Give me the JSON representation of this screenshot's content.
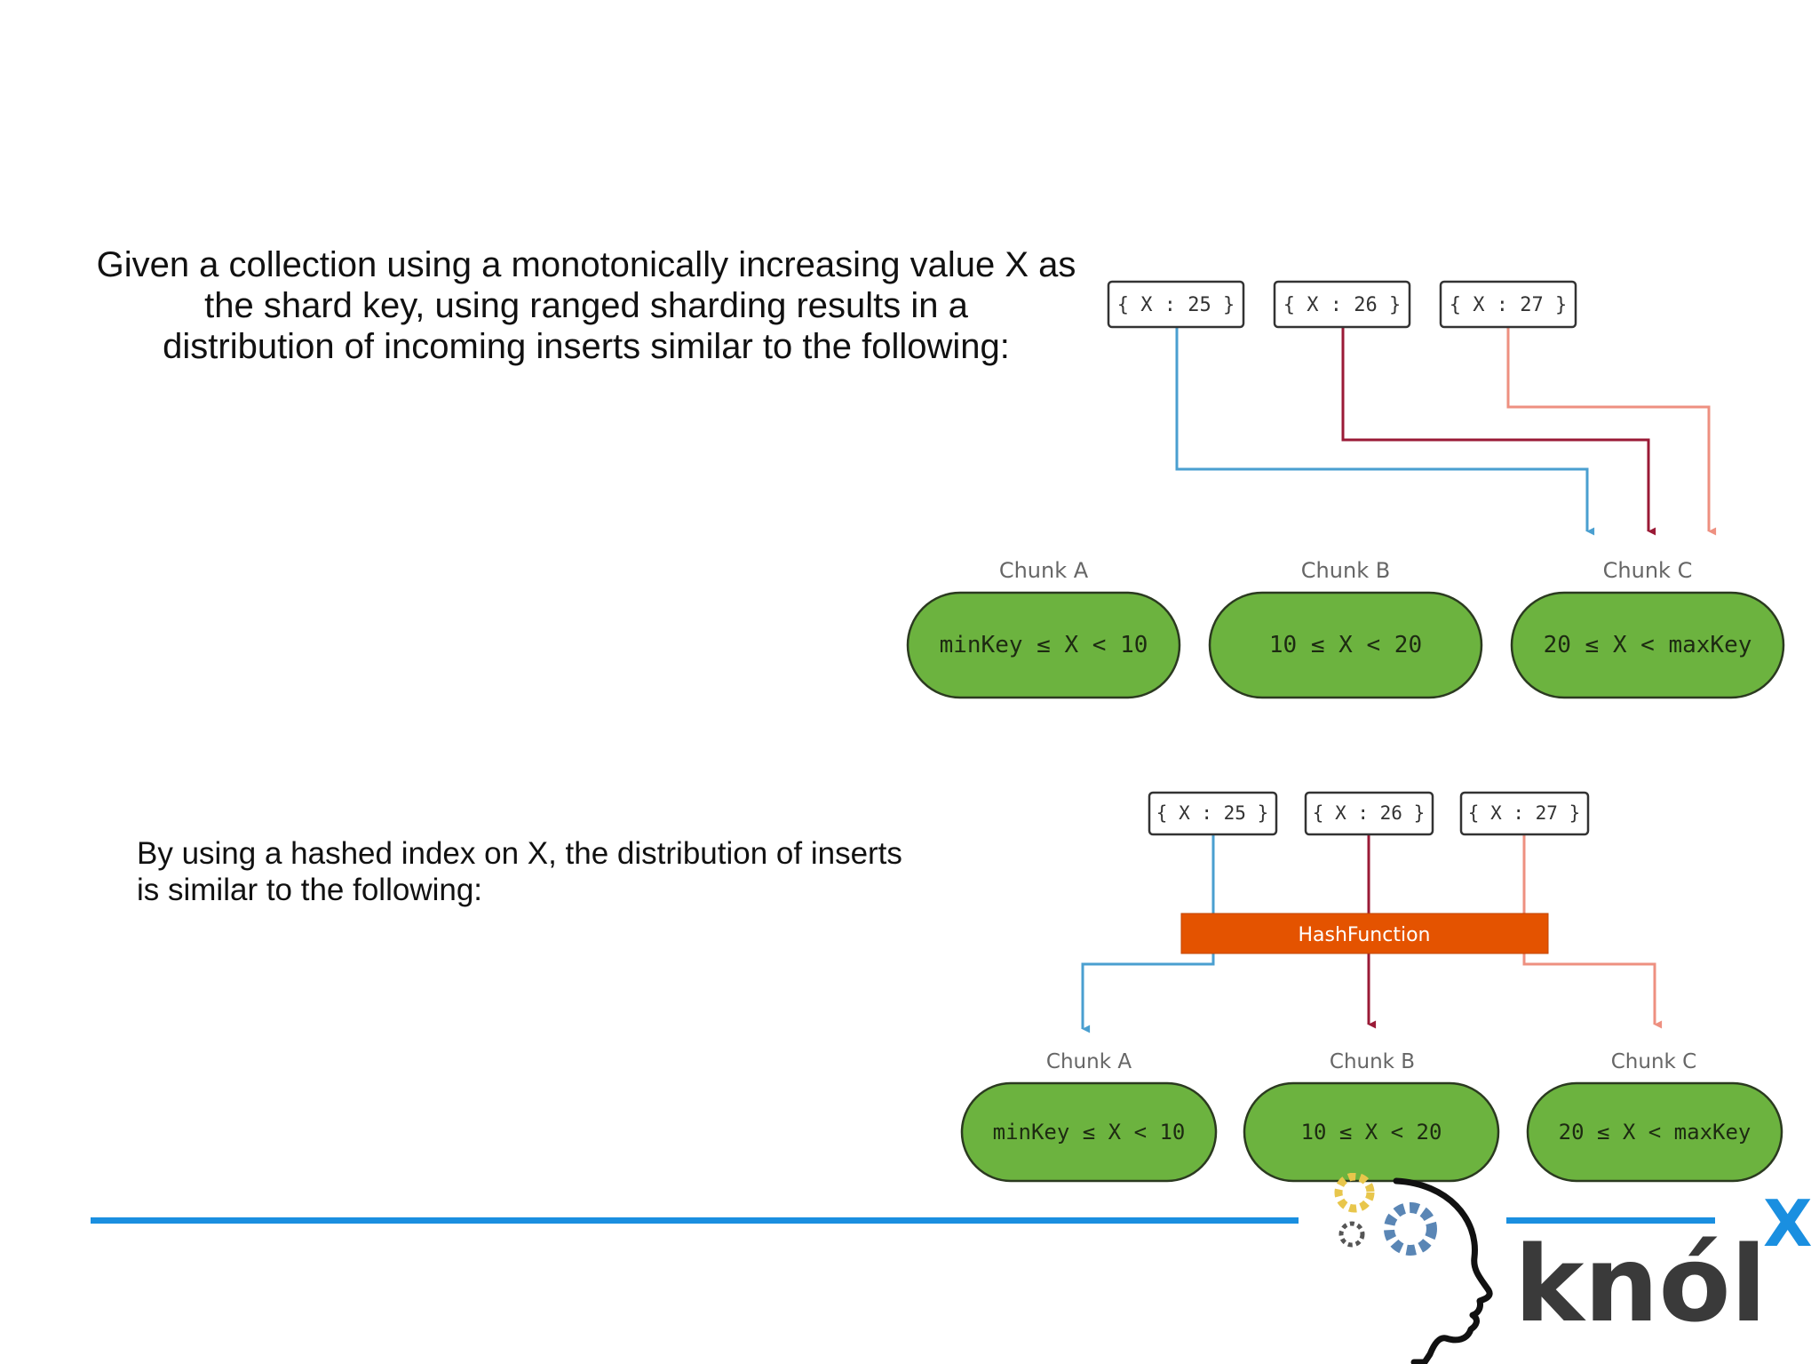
{
  "intro_text": "Given a collection using a monotonically increasing value X as\nthe shard key, using ranged sharding results in a\ndistribution of incoming inserts similar to the following:",
  "hashed_text": "By using a hashed index on X, the distribution of inserts\nis similar to the following:",
  "colors": {
    "blue": "#4a9fd0",
    "crimson": "#9a1a36",
    "salmon": "#ee9080",
    "chunk_fill": "#6cb33f",
    "hash_fill": "#e45300",
    "footer_line": "#1a8fe0",
    "logo_accent": "#1a8fe0"
  },
  "ranged_diagram": {
    "documents": [
      "{ X : 25 }",
      "{ X : 26 }",
      "{ X : 27 }"
    ],
    "chunks": [
      {
        "label": "Chunk A",
        "range": "minKey ≤ X < 10"
      },
      {
        "label": "Chunk B",
        "range": "10 ≤ X < 20"
      },
      {
        "label": "Chunk C",
        "range": "20 ≤ X < maxKey"
      }
    ]
  },
  "hashed_diagram": {
    "documents": [
      "{ X : 25 }",
      "{ X : 26 }",
      "{ X : 27 }"
    ],
    "hash_function_label": "HashFunction",
    "chunks": [
      {
        "label": "Chunk A",
        "range": "minKey ≤ X < 10"
      },
      {
        "label": "Chunk B",
        "range": "10 ≤ X < 20"
      },
      {
        "label": "Chunk C",
        "range": "20 ≤ X < maxKey"
      }
    ]
  },
  "logo": {
    "main_text": "knól",
    "superscript": "X"
  }
}
